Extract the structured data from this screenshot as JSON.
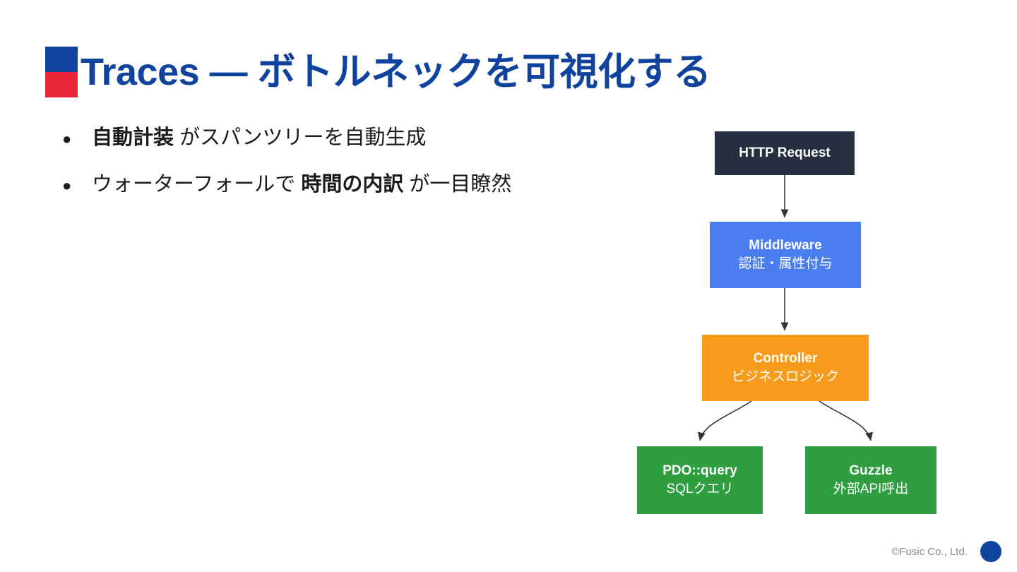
{
  "slide": {
    "title": "Traces — ボトルネックを可視化する",
    "accent_colors": {
      "top": "#10439e",
      "bottom": "#e8273b"
    },
    "title_color": "#10439e"
  },
  "bullets": [
    {
      "marker": "●",
      "bold_lead": "自動計装",
      "rest": " がスパンツリーを自動生成"
    },
    {
      "marker": "●",
      "lead": "ウォーターフォールで ",
      "bold_mid": "時間の内訳",
      "rest": " が一目瞭然"
    }
  ],
  "diagram": {
    "type": "flowchart",
    "nodes": [
      {
        "id": "http",
        "title": "HTTP Request",
        "sub": "",
        "color": "#252f3f"
      },
      {
        "id": "mw",
        "title": "Middleware",
        "sub": "認証・属性付与",
        "color": "#4a7ef0"
      },
      {
        "id": "ctrl",
        "title": "Controller",
        "sub": "ビジネスロジック",
        "color": "#f89a1c"
      },
      {
        "id": "pdo",
        "title": "PDO::query",
        "sub": "SQLクエリ",
        "color": "#2f9e41"
      },
      {
        "id": "guzzle",
        "title": "Guzzle",
        "sub": "外部API呼出",
        "color": "#2f9e41"
      }
    ],
    "edges": [
      {
        "from": "http",
        "to": "mw",
        "style": "straight"
      },
      {
        "from": "mw",
        "to": "ctrl",
        "style": "straight"
      },
      {
        "from": "ctrl",
        "to": "pdo",
        "style": "curved"
      },
      {
        "from": "ctrl",
        "to": "guzzle",
        "style": "curved"
      }
    ],
    "edge_color": "#333333"
  },
  "footer": {
    "copyright": "©Fusic Co., Ltd.",
    "dot_color": "#10439e"
  }
}
